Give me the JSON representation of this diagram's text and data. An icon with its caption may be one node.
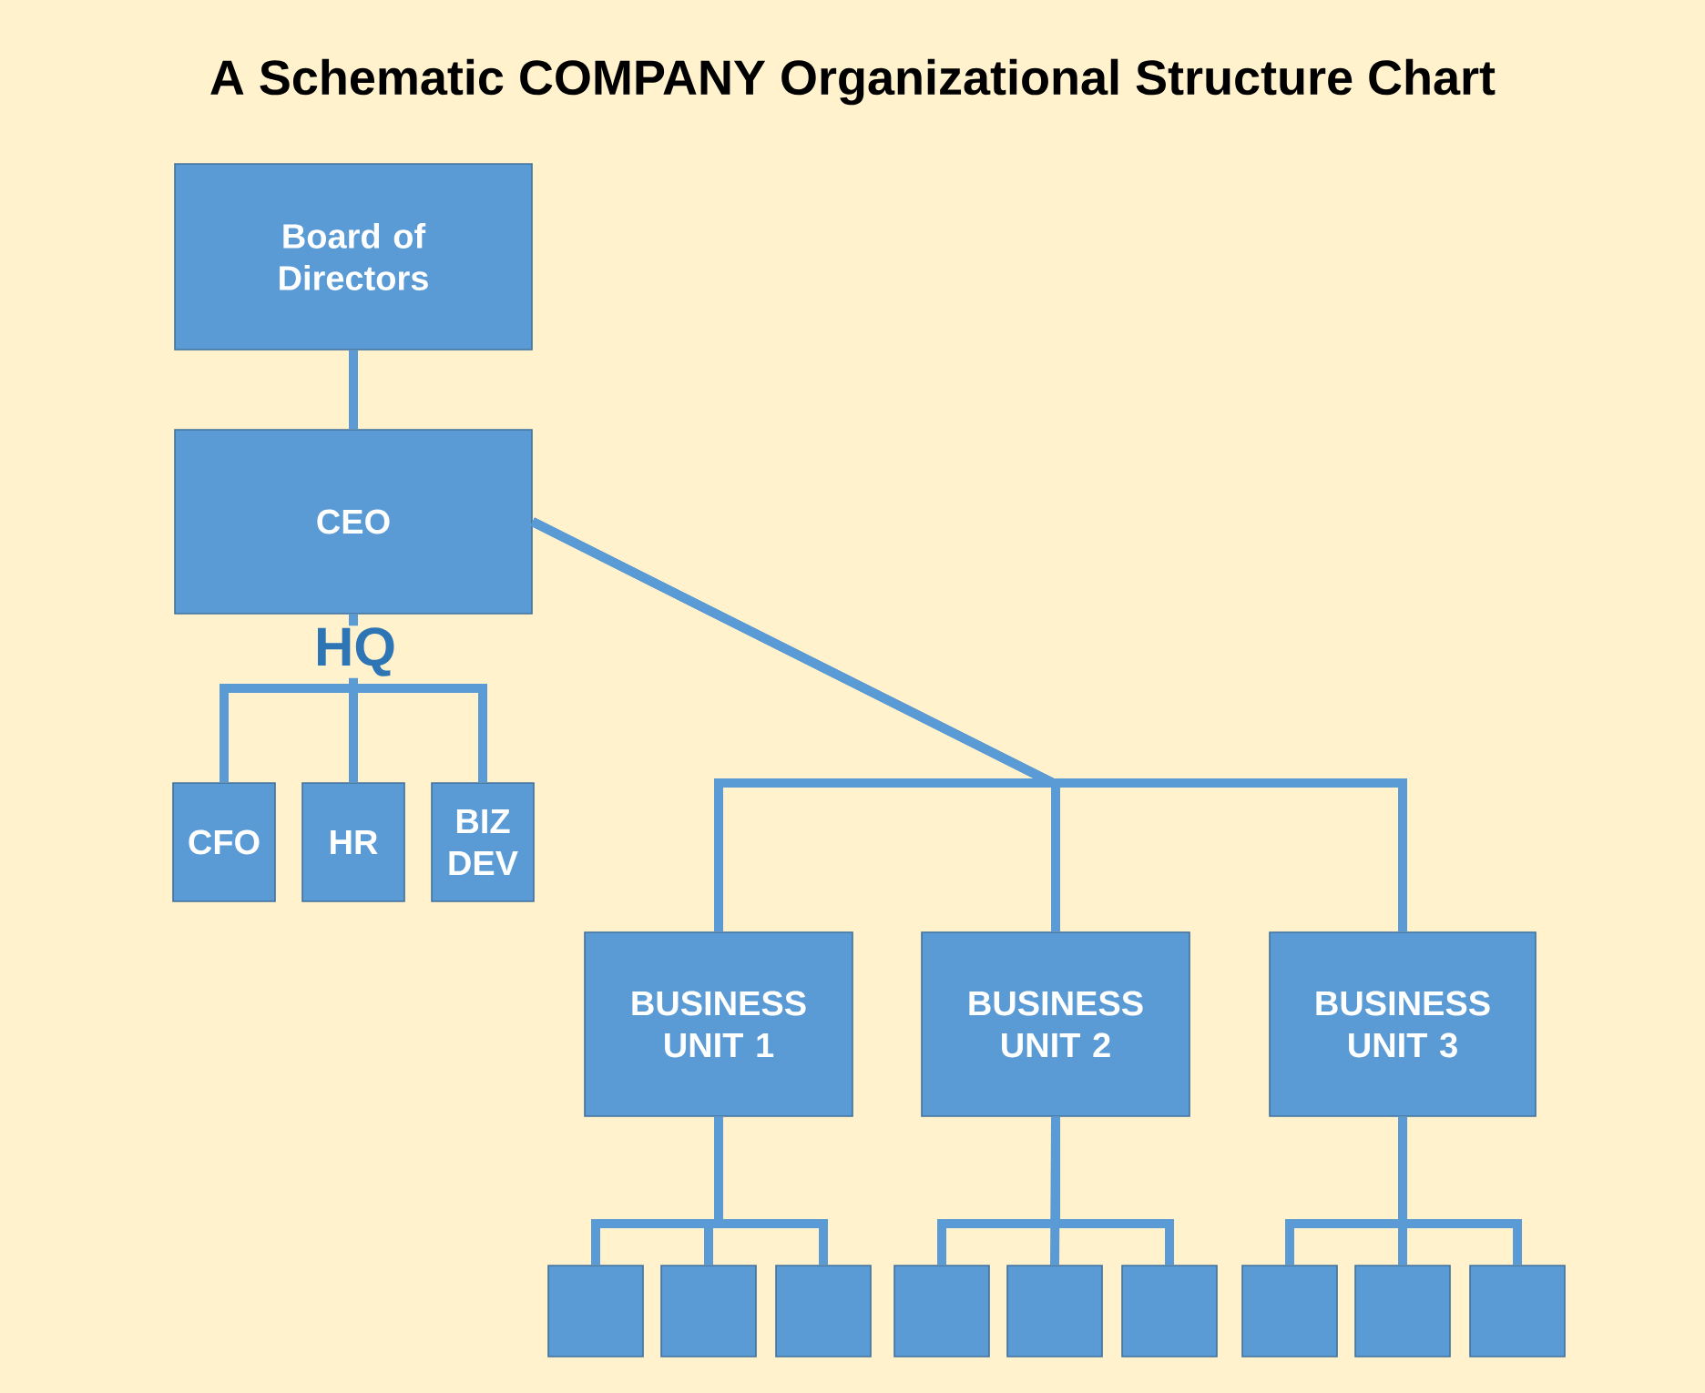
{
  "diagram": {
    "title": "A Schematic COMPANY Organizational Structure Chart",
    "nodes": [
      {
        "text": [
          "Board of Directors"
        ]
      },
      {
        "text": [
          "CEO"
        ]
      },
      {
        "text": [
          "CFO"
        ]
      },
      {
        "text": [
          "HR"
        ]
      },
      {
        "text": [
          "BIZ DEV"
        ]
      },
      {
        "text": [
          "BUSINESS UNIT 1"
        ]
      },
      {
        "text": [
          "BUSINESS UNIT 2"
        ]
      },
      {
        "text": [
          "BUSINESS UNIT 3"
        ]
      },
      {
        "text": [],
        "shape": "box"
      },
      {
        "text": [],
        "shape": "box"
      },
      {
        "text": [],
        "shape": "box"
      },
      {
        "text": [],
        "shape": "box"
      },
      {
        "text": [],
        "shape": "box"
      },
      {
        "text": [],
        "shape": "box"
      },
      {
        "text": [],
        "shape": "box"
      },
      {
        "text": [],
        "shape": "box"
      },
      {
        "text": [],
        "shape": "box"
      }
    ],
    "edges": [
      {
        "from": 0,
        "to": 1,
        "arrow": "none"
      },
      {
        "from": 1,
        "to": 2,
        "arrow": "none"
      },
      {
        "from": 1,
        "to": 3,
        "arrow": "none"
      },
      {
        "from": 1,
        "to": 4,
        "arrow": "none"
      },
      {
        "from": 1,
        "to": 5,
        "arrow": "none"
      },
      {
        "from": 1,
        "to": 6,
        "arrow": "none"
      },
      {
        "from": 1,
        "to": 7,
        "arrow": "none"
      },
      {
        "from": 5,
        "to": 8,
        "arrow": "none"
      },
      {
        "from": 5,
        "to": 9,
        "arrow": "none"
      },
      {
        "from": 5,
        "to": 10,
        "arrow": "none"
      },
      {
        "from": 6,
        "to": 11,
        "arrow": "none"
      },
      {
        "from": 6,
        "to": 12,
        "arrow": "none"
      },
      {
        "from": 6,
        "to": 13,
        "arrow": "none"
      },
      {
        "from": 7,
        "to": 14,
        "arrow": "none"
      },
      {
        "from": 7,
        "to": 15,
        "arrow": "none"
      },
      {
        "from": 7,
        "to": 16,
        "arrow": "none"
      }
    ],
    "labels": [
      "HQ"
    ]
  }
}
